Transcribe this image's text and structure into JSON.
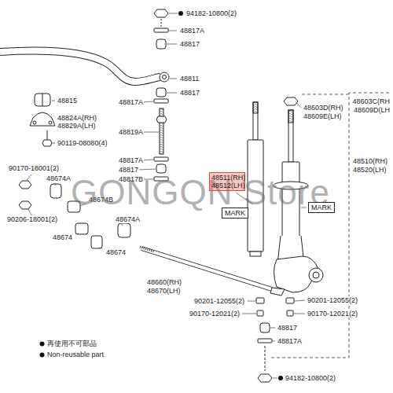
{
  "diagram": {
    "nodes": [
      {
        "text": [
          "48511(RH) 48512(LH)"
        ]
      },
      {
        "text": [
          "MARK"
        ]
      },
      {
        "text": [
          "MARK"
        ]
      }
    ],
    "edges": [],
    "labels": [
      "94182-10800(2)",
      "48817A",
      "48817",
      "48811",
      "48817",
      "48815",
      "48817A",
      "48824A(RH)",
      "48829A(LH)",
      "48819A",
      "90119-08080(4)",
      "48603C(RH",
      "48609D(LH",
      "48603D(RH)",
      "48609E(LH)",
      "48510(RH)",
      "48520(LH)",
      "90170-18001(2)",
      "48674A",
      "48817A",
      "48817",
      "48817B",
      "48674B",
      "48674A",
      "90206-18001(2)",
      "48674",
      "48674",
      "48660(RH)",
      "48670(LH)",
      "90201-12055(2)",
      "90170-12021(2)",
      "90201-12055(2)",
      "90170-12021(2)",
      "48817",
      "48817A",
      "94182-10800(2)",
      "GONGQN Store"
    ],
    "legend": [
      {
        "text": "再使用不可部品"
      },
      {
        "text": "Non-reusable part"
      }
    ]
  }
}
